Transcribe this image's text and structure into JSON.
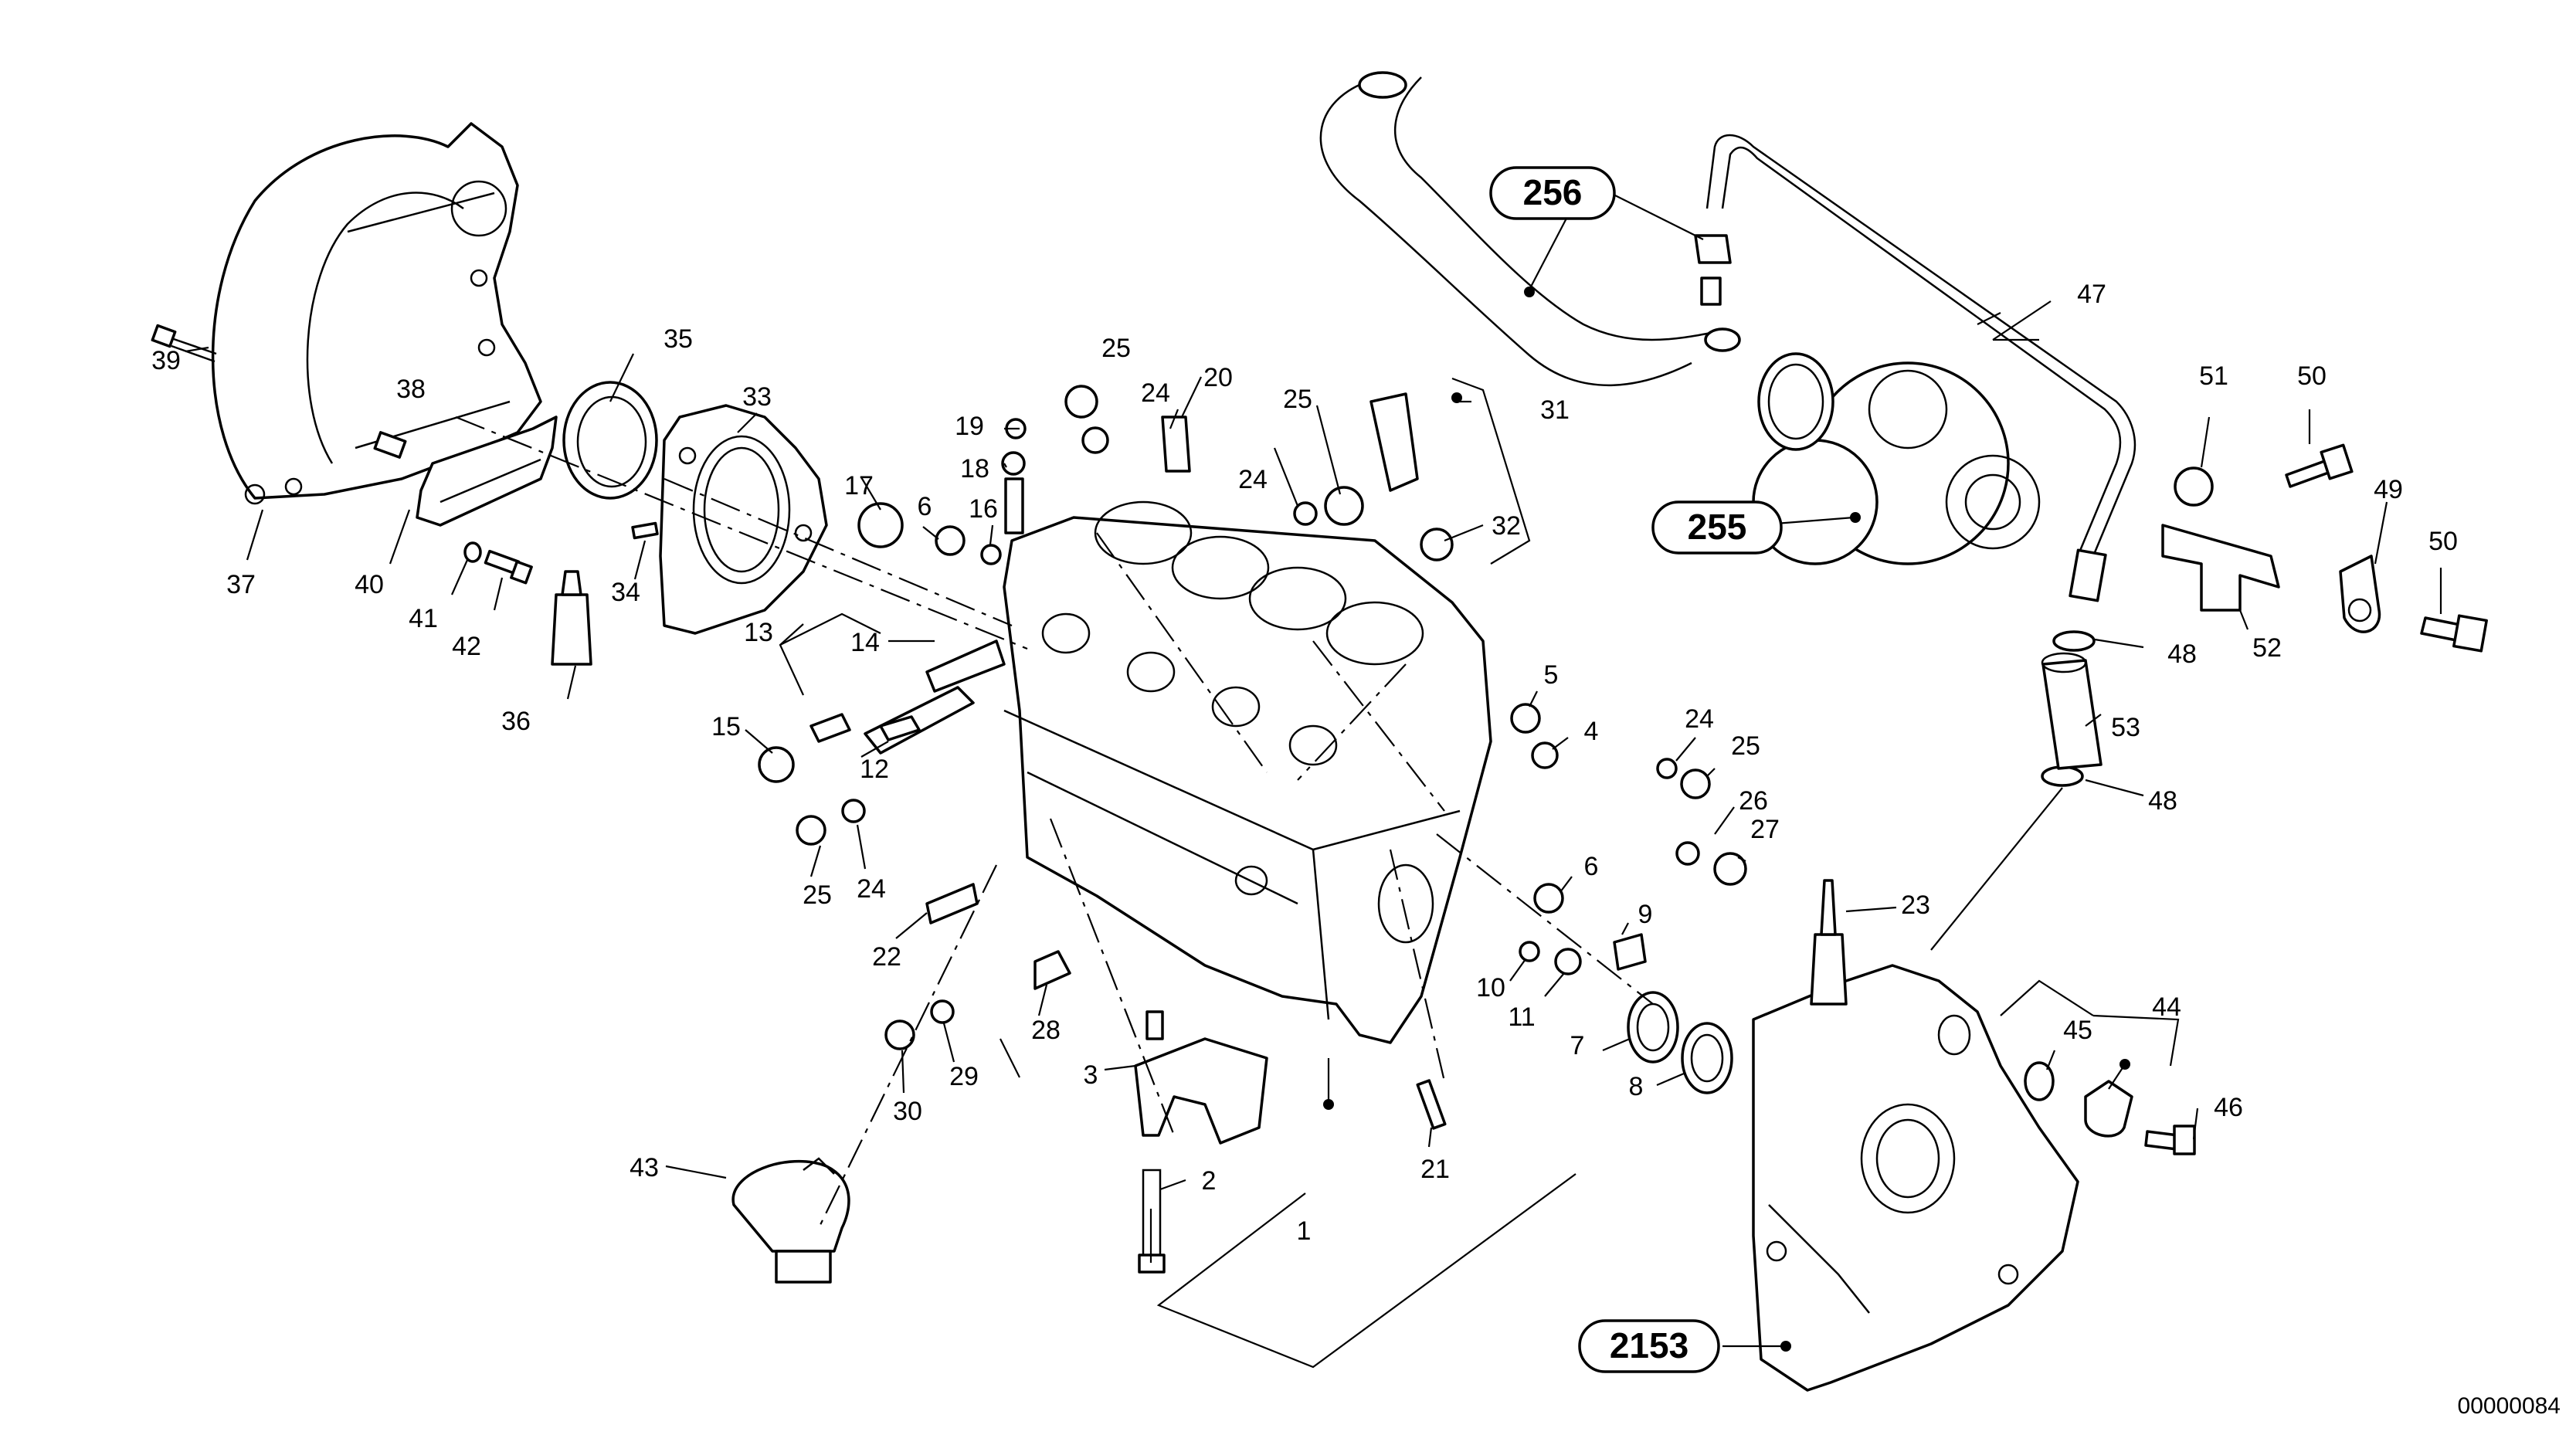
{
  "callouts": [
    {
      "id": "c256",
      "text": "256"
    },
    {
      "id": "c255",
      "text": "255"
    },
    {
      "id": "c2153",
      "text": "2153"
    }
  ],
  "labels": [
    {
      "id": "p39",
      "text": "39"
    },
    {
      "id": "p38",
      "text": "38"
    },
    {
      "id": "p35",
      "text": "35"
    },
    {
      "id": "p33",
      "text": "33"
    },
    {
      "id": "p37",
      "text": "37"
    },
    {
      "id": "p40",
      "text": "40"
    },
    {
      "id": "p41",
      "text": "41"
    },
    {
      "id": "p42",
      "text": "42"
    },
    {
      "id": "p34",
      "text": "34"
    },
    {
      "id": "p36",
      "text": "36"
    },
    {
      "id": "p25a",
      "text": "25"
    },
    {
      "id": "p24a",
      "text": "24"
    },
    {
      "id": "p19",
      "text": "19"
    },
    {
      "id": "p20",
      "text": "20"
    },
    {
      "id": "p18",
      "text": "18"
    },
    {
      "id": "p17",
      "text": "17"
    },
    {
      "id": "p6a",
      "text": "6"
    },
    {
      "id": "p16",
      "text": "16"
    },
    {
      "id": "p25b",
      "text": "25"
    },
    {
      "id": "p24b",
      "text": "24"
    },
    {
      "id": "p31",
      "text": "31"
    },
    {
      "id": "p32",
      "text": "32"
    },
    {
      "id": "p13",
      "text": "13"
    },
    {
      "id": "p14",
      "text": "14"
    },
    {
      "id": "p15",
      "text": "15"
    },
    {
      "id": "p12",
      "text": "12"
    },
    {
      "id": "p5",
      "text": "5"
    },
    {
      "id": "p4",
      "text": "4"
    },
    {
      "id": "p24c",
      "text": "24"
    },
    {
      "id": "p25c",
      "text": "25"
    },
    {
      "id": "p26",
      "text": "26"
    },
    {
      "id": "p27",
      "text": "27"
    },
    {
      "id": "p25d",
      "text": "25"
    },
    {
      "id": "p24d",
      "text": "24"
    },
    {
      "id": "p22",
      "text": "22"
    },
    {
      "id": "p6b",
      "text": "6"
    },
    {
      "id": "p9",
      "text": "9"
    },
    {
      "id": "p10",
      "text": "10"
    },
    {
      "id": "p11",
      "text": "11"
    },
    {
      "id": "p28",
      "text": "28"
    },
    {
      "id": "p7",
      "text": "7"
    },
    {
      "id": "p8",
      "text": "8"
    },
    {
      "id": "p29",
      "text": "29"
    },
    {
      "id": "p30",
      "text": "30"
    },
    {
      "id": "p3",
      "text": "3"
    },
    {
      "id": "p43",
      "text": "43"
    },
    {
      "id": "p2",
      "text": "2"
    },
    {
      "id": "p21",
      "text": "21"
    },
    {
      "id": "p1",
      "text": "1"
    },
    {
      "id": "p47",
      "text": "47"
    },
    {
      "id": "p51",
      "text": "51"
    },
    {
      "id": "p50a",
      "text": "50"
    },
    {
      "id": "p49",
      "text": "49"
    },
    {
      "id": "p50b",
      "text": "50"
    },
    {
      "id": "p48a",
      "text": "48"
    },
    {
      "id": "p52",
      "text": "52"
    },
    {
      "id": "p53",
      "text": "53"
    },
    {
      "id": "p48b",
      "text": "48"
    },
    {
      "id": "p23",
      "text": "23"
    },
    {
      "id": "p44",
      "text": "44"
    },
    {
      "id": "p45",
      "text": "45"
    },
    {
      "id": "p46",
      "text": "46"
    }
  ],
  "doc_number": "00000084"
}
